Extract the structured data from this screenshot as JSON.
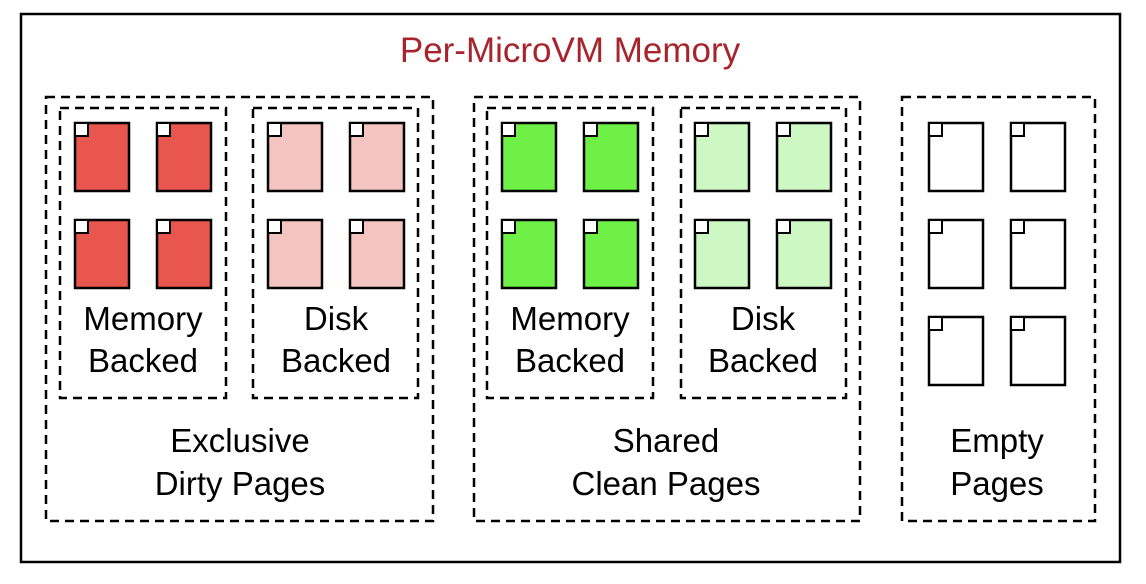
{
  "title": "Per-MicroVM Memory",
  "colors": {
    "title": "#a8242d",
    "outline": "#000000",
    "exclusive_memory": "#e9564d",
    "exclusive_disk": "#f4c4c0",
    "shared_memory": "#6ef046",
    "shared_disk": "#cdf8c4",
    "empty": "#ffffff"
  },
  "groups": [
    {
      "id": "exclusive",
      "label": [
        "Exclusive",
        "Dirty Pages"
      ],
      "subgroups": [
        {
          "id": "exclusive-memory",
          "label": [
            "Memory",
            "Backed"
          ],
          "page_color": "exclusive_memory",
          "page_count": 4
        },
        {
          "id": "exclusive-disk",
          "label": [
            "Disk",
            "Backed"
          ],
          "page_color": "exclusive_disk",
          "page_count": 4
        }
      ]
    },
    {
      "id": "shared",
      "label": [
        "Shared",
        "Clean Pages"
      ],
      "subgroups": [
        {
          "id": "shared-memory",
          "label": [
            "Memory",
            "Backed"
          ],
          "page_color": "shared_memory",
          "page_count": 4
        },
        {
          "id": "shared-disk",
          "label": [
            "Disk",
            "Backed"
          ],
          "page_color": "shared_disk",
          "page_count": 4
        }
      ]
    },
    {
      "id": "empty",
      "label": [
        "Empty",
        "Pages"
      ],
      "page_color": "empty",
      "page_count": 6
    }
  ]
}
